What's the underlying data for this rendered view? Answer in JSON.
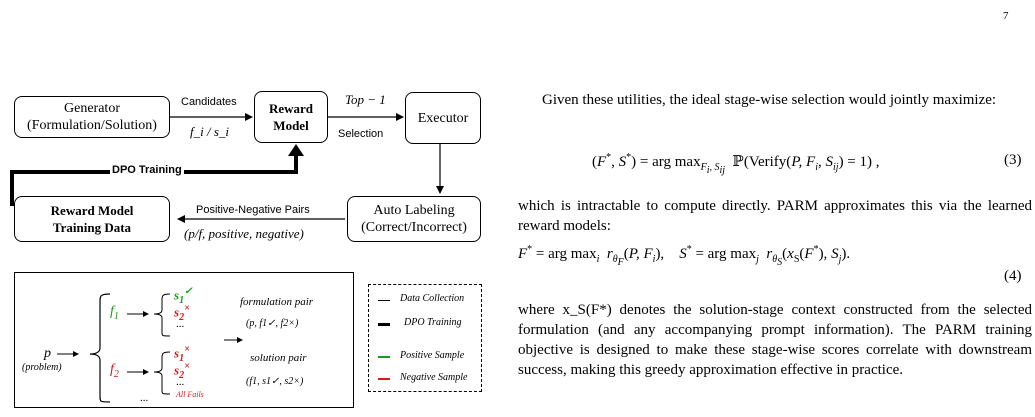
{
  "page_number": "7",
  "flowchart": {
    "generator": {
      "line1": "Generator",
      "line2": "(Formulation/Solution)"
    },
    "reward_model": {
      "line1": "Reward",
      "line2": "Model"
    },
    "executor": "Executor",
    "candidates_label": "Candidates",
    "candidates_math": "f_i / s_i",
    "top1_label": "Top − 1",
    "selection_label": "Selection",
    "dpo_training_label": "DPO Training",
    "rm_training_data": {
      "line1": "Reward Model",
      "line2": "Training Data"
    },
    "auto_labeling": {
      "line1": "Auto Labeling",
      "line2": "(Correct/Incorrect)"
    },
    "pairs_label": "Positive-Negative Pairs",
    "pairs_math": "(p/f, positive, negative)"
  },
  "tree": {
    "root": "p",
    "root_caption": "(problem)",
    "f1": "f",
    "f2": "f",
    "s_sub1": "1",
    "s_sub2": "2",
    "ellipsis": "...",
    "all_fails": "All Fails",
    "formulation_pair": "formulation pair",
    "formulation_tuple": "(p, f1✓, f2×)",
    "solution_pair": "solution pair",
    "solution_tuple": "(f1, s1✓, s2×)"
  },
  "legend": {
    "data_collection": "Data Collection",
    "dpo_training": "DPO Training",
    "positive_sample": "Positive Sample",
    "negative_sample": "Negative Sample"
  },
  "colors": {
    "positive": "#1a9a1a",
    "negative": "#cc1f1f"
  },
  "text": {
    "para1": "Given these utilities, the ideal stage-wise selection would jointly maximize:",
    "eq3_num": "(3)",
    "para2": "which is intractable to compute directly. PARM approximates this via the learned reward models:",
    "eq4_num": "(4)",
    "para3": "where x_S(F*) denotes the solution-stage context constructed from the selected formulation (and any accompanying prompt information). The PARM training objective is designed to make these stage-wise scores correlate with downstream success, making this greedy approximation effective in practice."
  }
}
